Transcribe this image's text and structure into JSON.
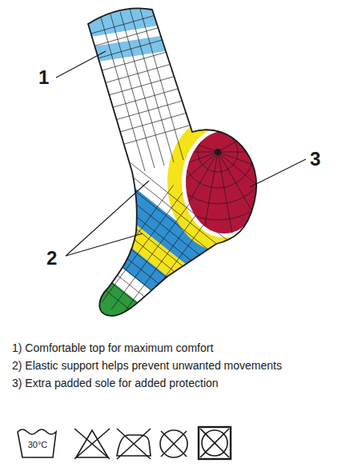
{
  "diagram": {
    "labels": [
      "1",
      "2",
      "3",
      "1) Comfortable top for maximum comfort",
      "2) Elastic support helps prevent unwanted movements",
      "3) Extra padded sole for added protection",
      "30°C"
    ]
  }
}
